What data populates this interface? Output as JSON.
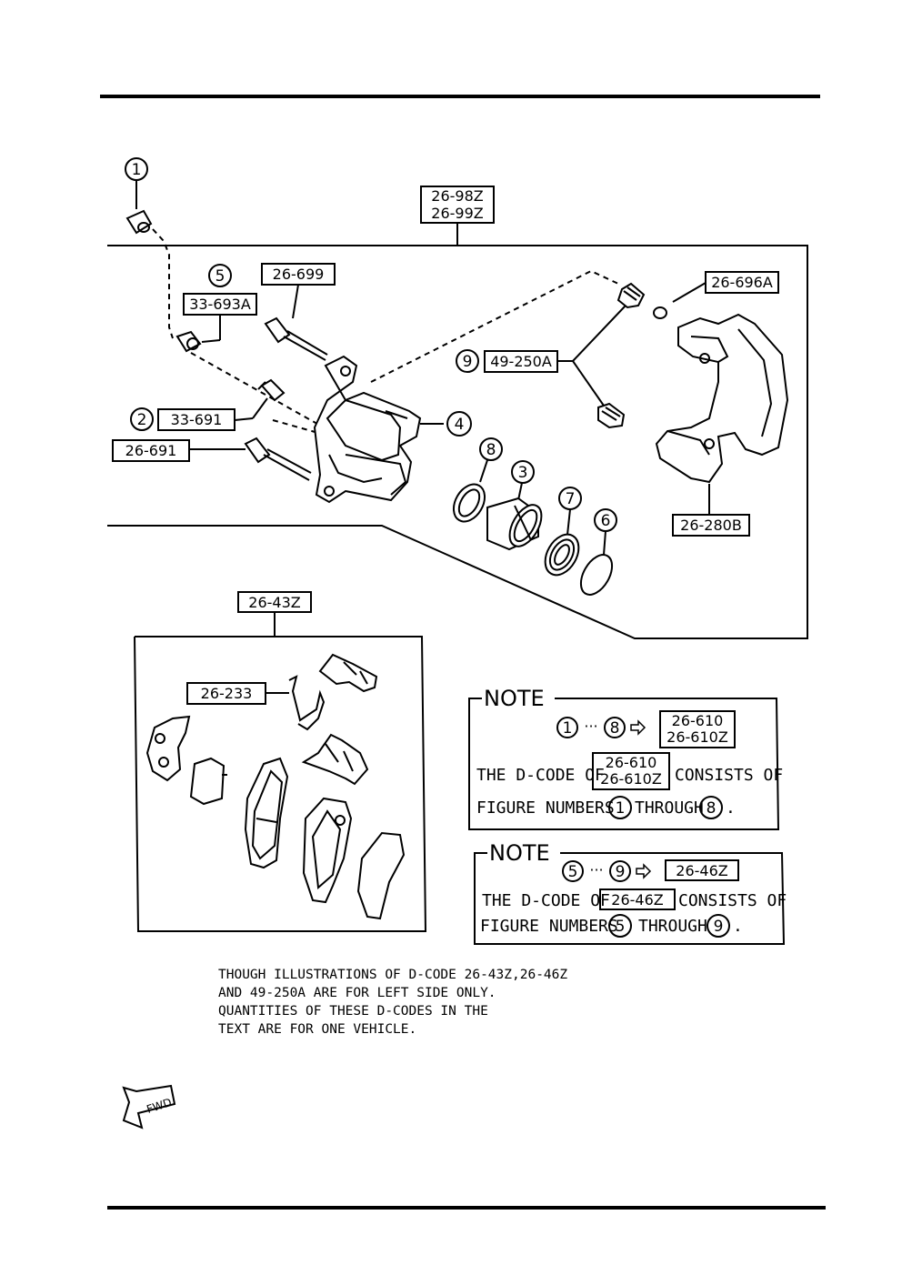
{
  "callouts": {
    "c1": "1",
    "c2": "2",
    "c3": "3",
    "c4": "4",
    "c5": "5",
    "c6": "6",
    "c7": "7",
    "c8": "8",
    "c9": "9"
  },
  "codes": {
    "caliper_assy_a": "26-98Z",
    "caliper_assy_b": "26-99Z",
    "bolt_699": "26-699",
    "boot_693a": "33-693A",
    "bleeder_691": "33-691",
    "pin_691": "26-691",
    "boot_kit": "49-250A",
    "bush_696a": "26-696A",
    "bracket": "26-280B",
    "pad_set": "26-43Z",
    "spring_233": "26-233"
  },
  "note1": {
    "heading": "NOTE",
    "from": "1",
    "to": "8",
    "code_a": "26-610",
    "code_b": "26-610Z",
    "line1_pre": "THE D-CODE OF",
    "line1_post": "CONSISTS OF",
    "line2_pre": "FIGURE NUMBERS",
    "line2_mid": "THROUGH",
    "line2_end": "."
  },
  "note2": {
    "heading": "NOTE",
    "from": "5",
    "to": "9",
    "code": "26-46Z",
    "line1_pre": "THE D-CODE OF",
    "line1_post": "CONSISTS OF",
    "line2_pre": "FIGURE NUMBERS",
    "line2_mid": "THROUGH",
    "line2_end": "."
  },
  "footnote": [
    "THOUGH ILLUSTRATIONS OF D-CODE 26-43Z,26-46Z",
    "AND 49-250A ARE FOR LEFT SIDE ONLY.",
    "QUANTITIES OF THESE D-CODES IN THE",
    "TEXT ARE FOR ONE VEHICLE."
  ],
  "fwd_label": "FWD",
  "icons": {
    "fwd_arrow": "fwd-arrow-icon",
    "note_arrow": "right-arrow-icon"
  }
}
